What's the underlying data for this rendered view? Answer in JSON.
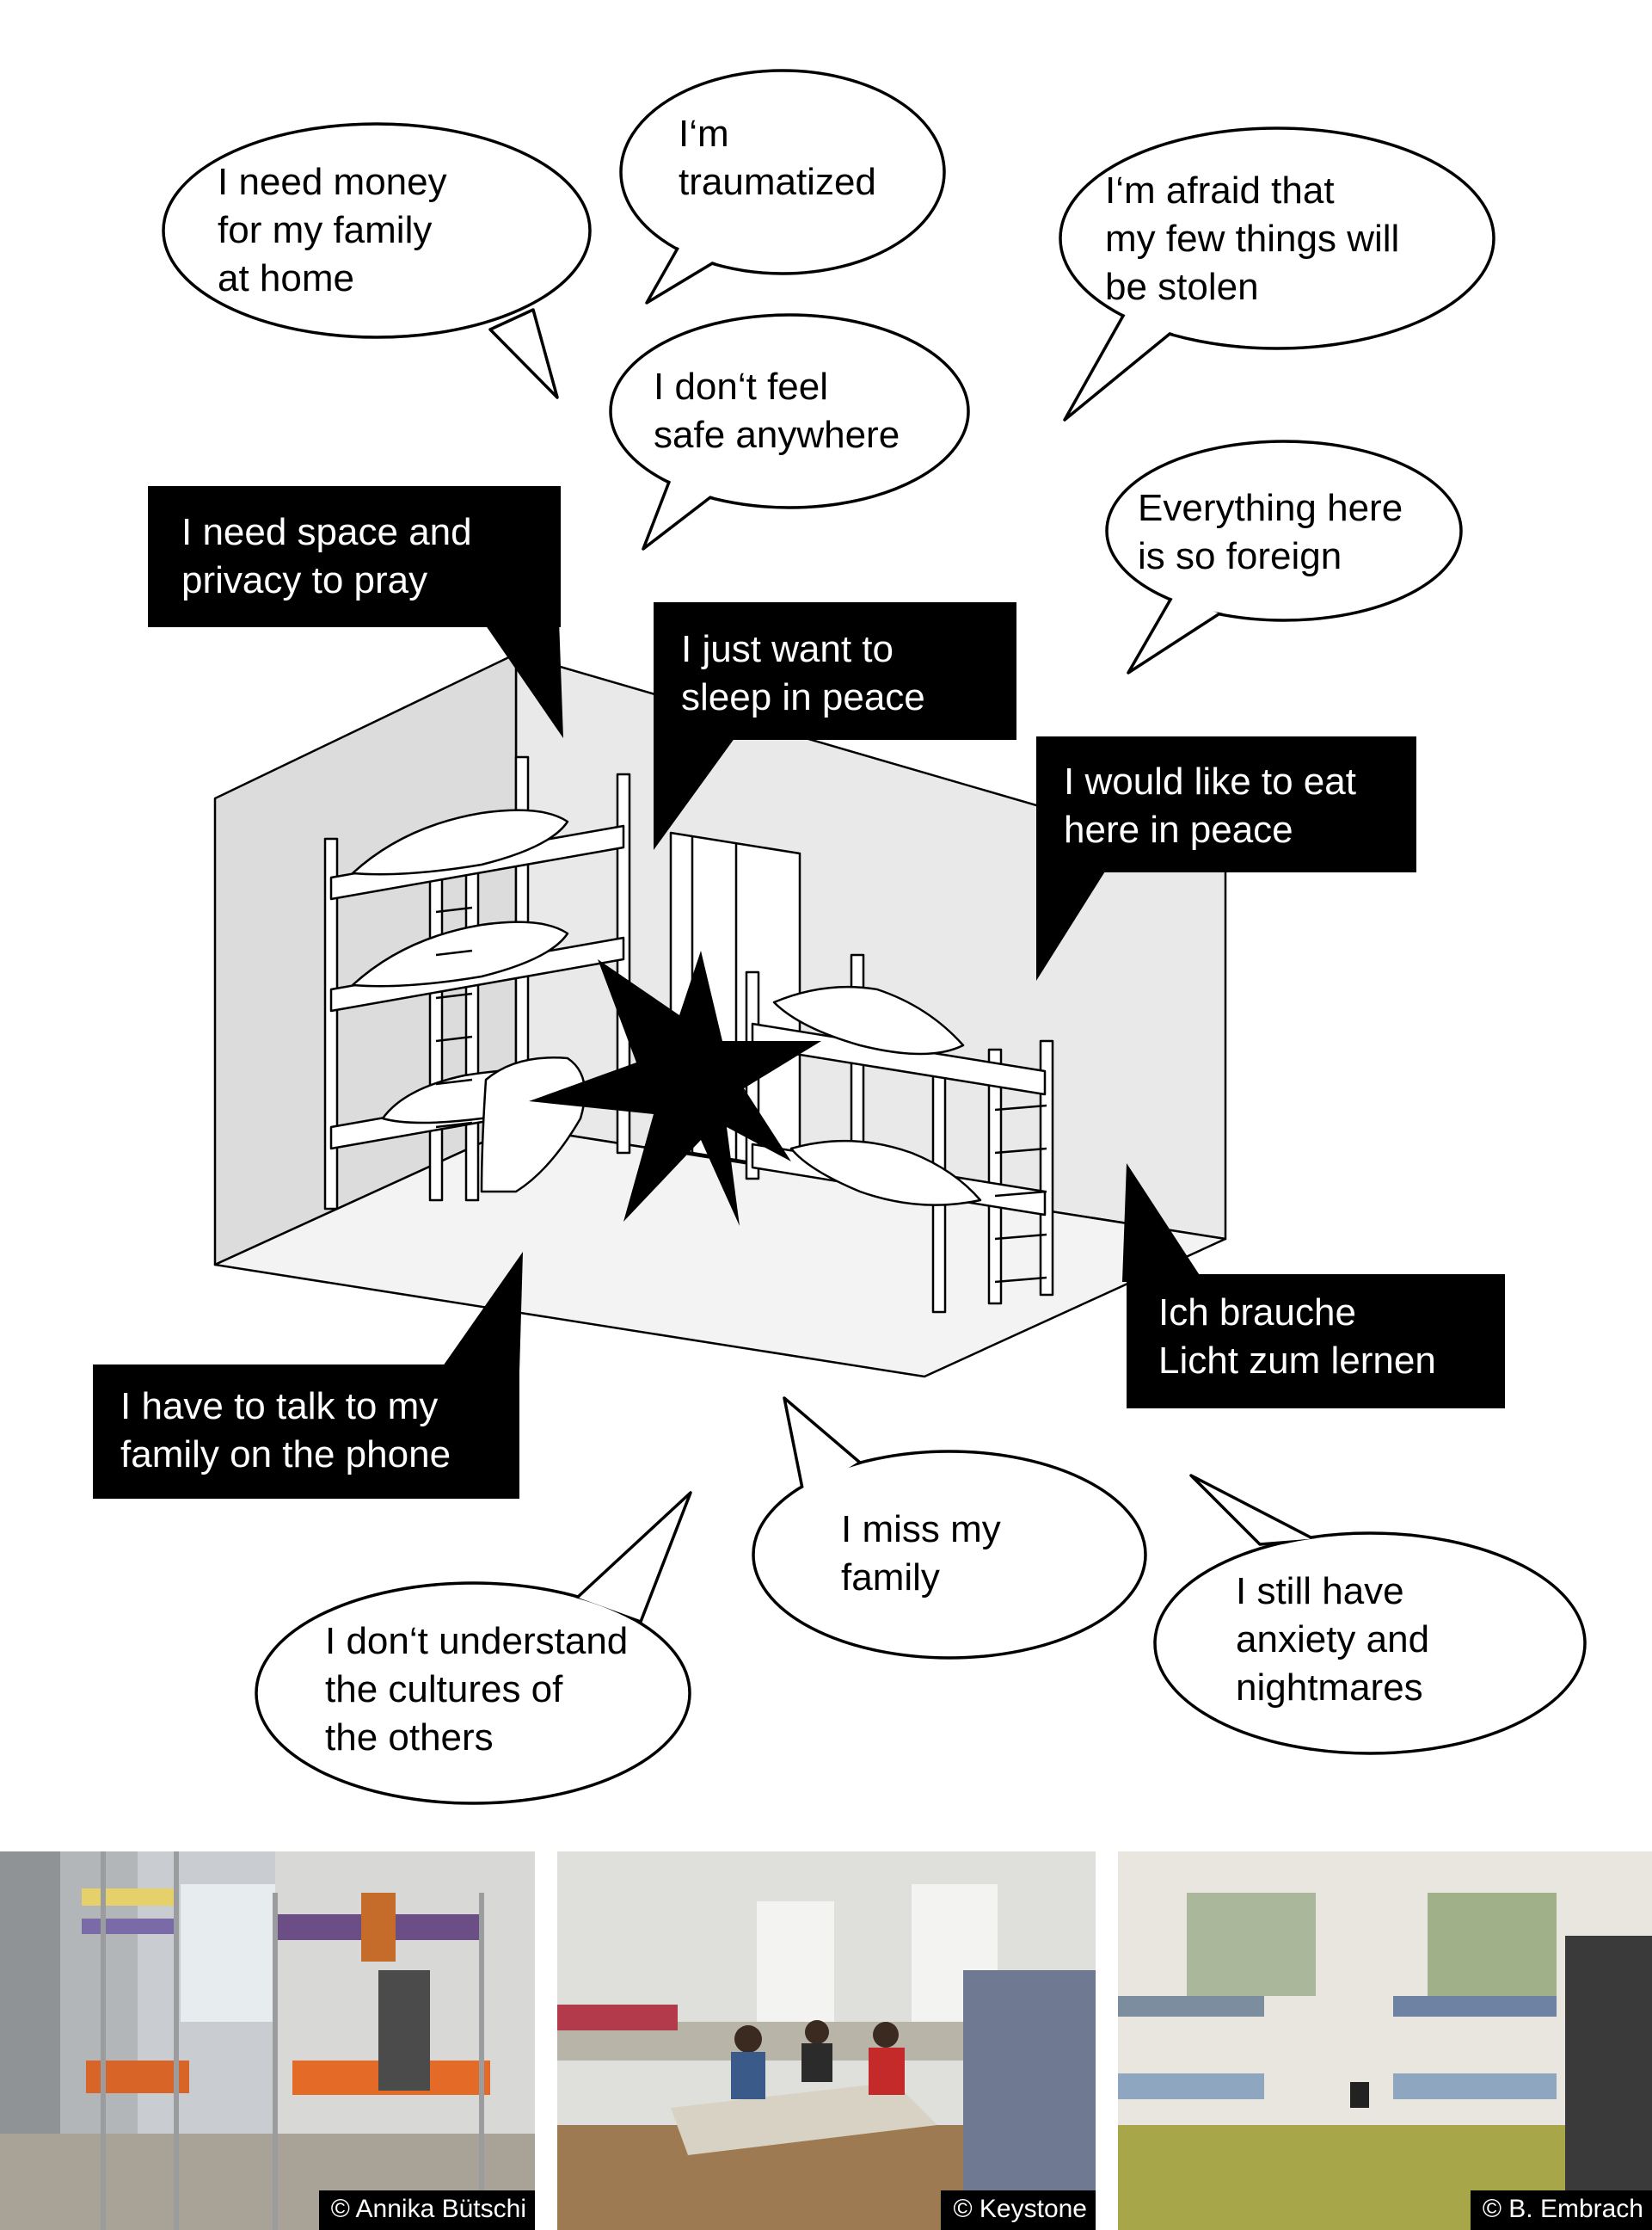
{
  "speech_bubbles": [
    {
      "id": "money",
      "lines": [
        "I need money",
        "for my family",
        "at home"
      ]
    },
    {
      "id": "traumatized",
      "lines": [
        "I‘m",
        "traumatized"
      ]
    },
    {
      "id": "stolen",
      "lines": [
        "I‘m afraid that",
        "my few things will",
        "be stolen"
      ]
    },
    {
      "id": "safe",
      "lines": [
        "I don‘t feel",
        "safe anywhere"
      ]
    },
    {
      "id": "foreign",
      "lines": [
        "Everything here",
        "is so foreign"
      ]
    },
    {
      "id": "cultures",
      "lines": [
        "I don‘t understand",
        "the cultures of",
        "the others"
      ]
    },
    {
      "id": "miss-family",
      "lines": [
        "I miss my",
        "family"
      ]
    },
    {
      "id": "anxiety",
      "lines": [
        "I still have",
        "anxiety and",
        "nightmares"
      ]
    }
  ],
  "caption_boxes": [
    {
      "id": "pray",
      "lines": [
        "I need space and",
        "privacy to pray"
      ]
    },
    {
      "id": "sleep",
      "lines": [
        "I just want to",
        "sleep in peace"
      ]
    },
    {
      "id": "eat",
      "lines": [
        "I would like to eat",
        "here in peace"
      ]
    },
    {
      "id": "licht",
      "lines": [
        "Ich brauche",
        "Licht zum lernen"
      ]
    },
    {
      "id": "phone",
      "lines": [
        "I have to talk to my",
        "family on the phone"
      ]
    }
  ],
  "photos": [
    {
      "credit": "© Annika Bütschi"
    },
    {
      "credit": "© Keystone"
    },
    {
      "credit": "© B. Embrach"
    }
  ],
  "colors": {
    "ink": "#000000",
    "paper": "#ffffff",
    "wall": "#e8e8e8",
    "floor": "#f4f4f4"
  }
}
